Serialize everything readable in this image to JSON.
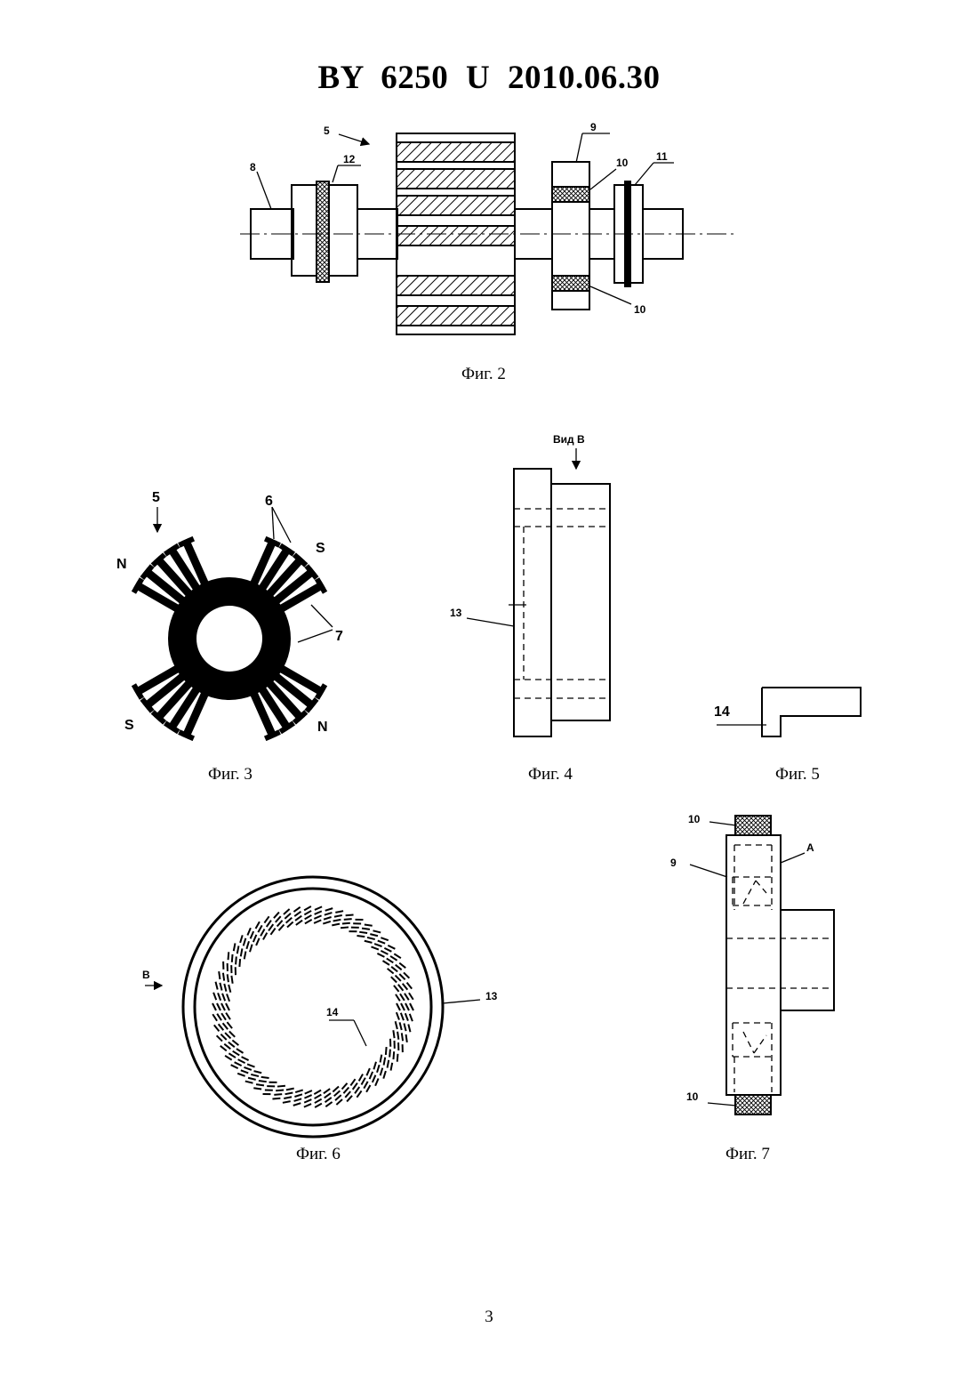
{
  "header": {
    "title": "BY  6250  U  2010.06.30"
  },
  "captions": {
    "fig2": "Фиг. 2",
    "fig3": "Фиг. 3",
    "fig4": "Фиг. 4",
    "fig5": "Фиг. 5",
    "fig6": "Фиг. 6",
    "fig7": "Фиг. 7"
  },
  "labels": {
    "fig2": [
      "5",
      "8",
      "12",
      "9",
      "10",
      "11",
      "10"
    ],
    "fig3": {
      "rotor": "5",
      "teeth": "6",
      "gaps": "7",
      "poles": [
        "N",
        "S",
        "S",
        "N"
      ]
    },
    "fig4": {
      "view": "Вид В",
      "part": "13"
    },
    "fig5": {
      "part": "14"
    },
    "fig6": {
      "view": "В",
      "ring": "13",
      "coil": "14"
    },
    "fig7": {
      "top": "10",
      "part": "9",
      "side": "A",
      "bottom": "10"
    }
  },
  "footer": {
    "page_number": "3"
  }
}
